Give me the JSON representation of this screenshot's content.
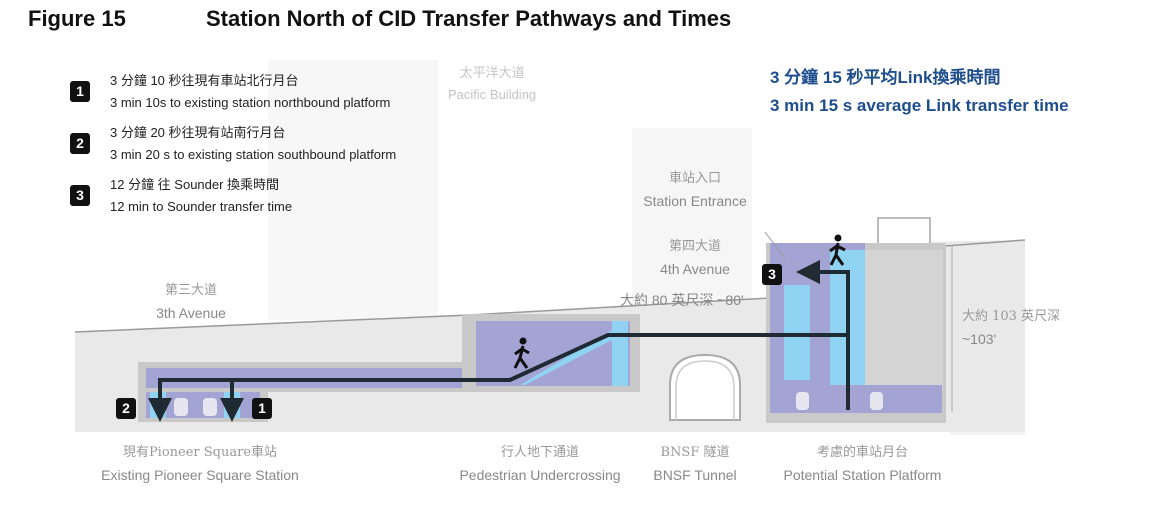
{
  "figure": {
    "number": "Figure 15",
    "title": "Station North of CID Transfer Pathways and Times"
  },
  "legend": [
    {
      "badge": "1",
      "zh": "3 分鐘 10 秒往現有車站北行月台",
      "en": "3 min 10s to existing station northbound platform"
    },
    {
      "badge": "2",
      "zh": "3 分鐘 20 秒往現有站南行月台",
      "en": "3 min 20 s to existing station southbound platform"
    },
    {
      "badge": "3",
      "zh": "12 分鐘 往 Sounder 換乘時間",
      "en": "12 min to Sounder transfer time"
    }
  ],
  "background_label": {
    "zh": "太平洋大道",
    "en": "Pacific Building"
  },
  "average": {
    "zh": "3 分鐘 15 秒平均Link換乘時間",
    "en": "3 min 15 s average Link transfer time"
  },
  "labels": {
    "station_entrance": {
      "zh": "車站入口",
      "en": "Station Entrance"
    },
    "fourth_ave": {
      "zh": "第四大道",
      "en": "4th Avenue"
    },
    "third_ave": {
      "zh": "第三大道",
      "en": "3th Avenue"
    },
    "depth_80": "大約 80 英尺深 ~80'",
    "depth_103_zh": "大約 103 英尺深",
    "depth_103_en": "~103'",
    "pioneer": {
      "zh": "現有Pioneer Square車站",
      "en": "Existing Pioneer Square Station"
    },
    "undercrossing": {
      "zh": "行人地下通道",
      "en": "Pedestrian Undercrossing"
    },
    "bnsf": {
      "zh": "BNSF 隧道",
      "en": "BNSF Tunnel"
    },
    "platform": {
      "zh": "考慮的車站月台",
      "en": "Potential Station Platform"
    }
  },
  "colors": {
    "path": "#1f2a33",
    "purple": "#a3a3d4",
    "blue": "#8fd2f2",
    "ground": "#e9e9e9",
    "wall": "#c9c9c9",
    "accent": "#1f4e8c"
  }
}
